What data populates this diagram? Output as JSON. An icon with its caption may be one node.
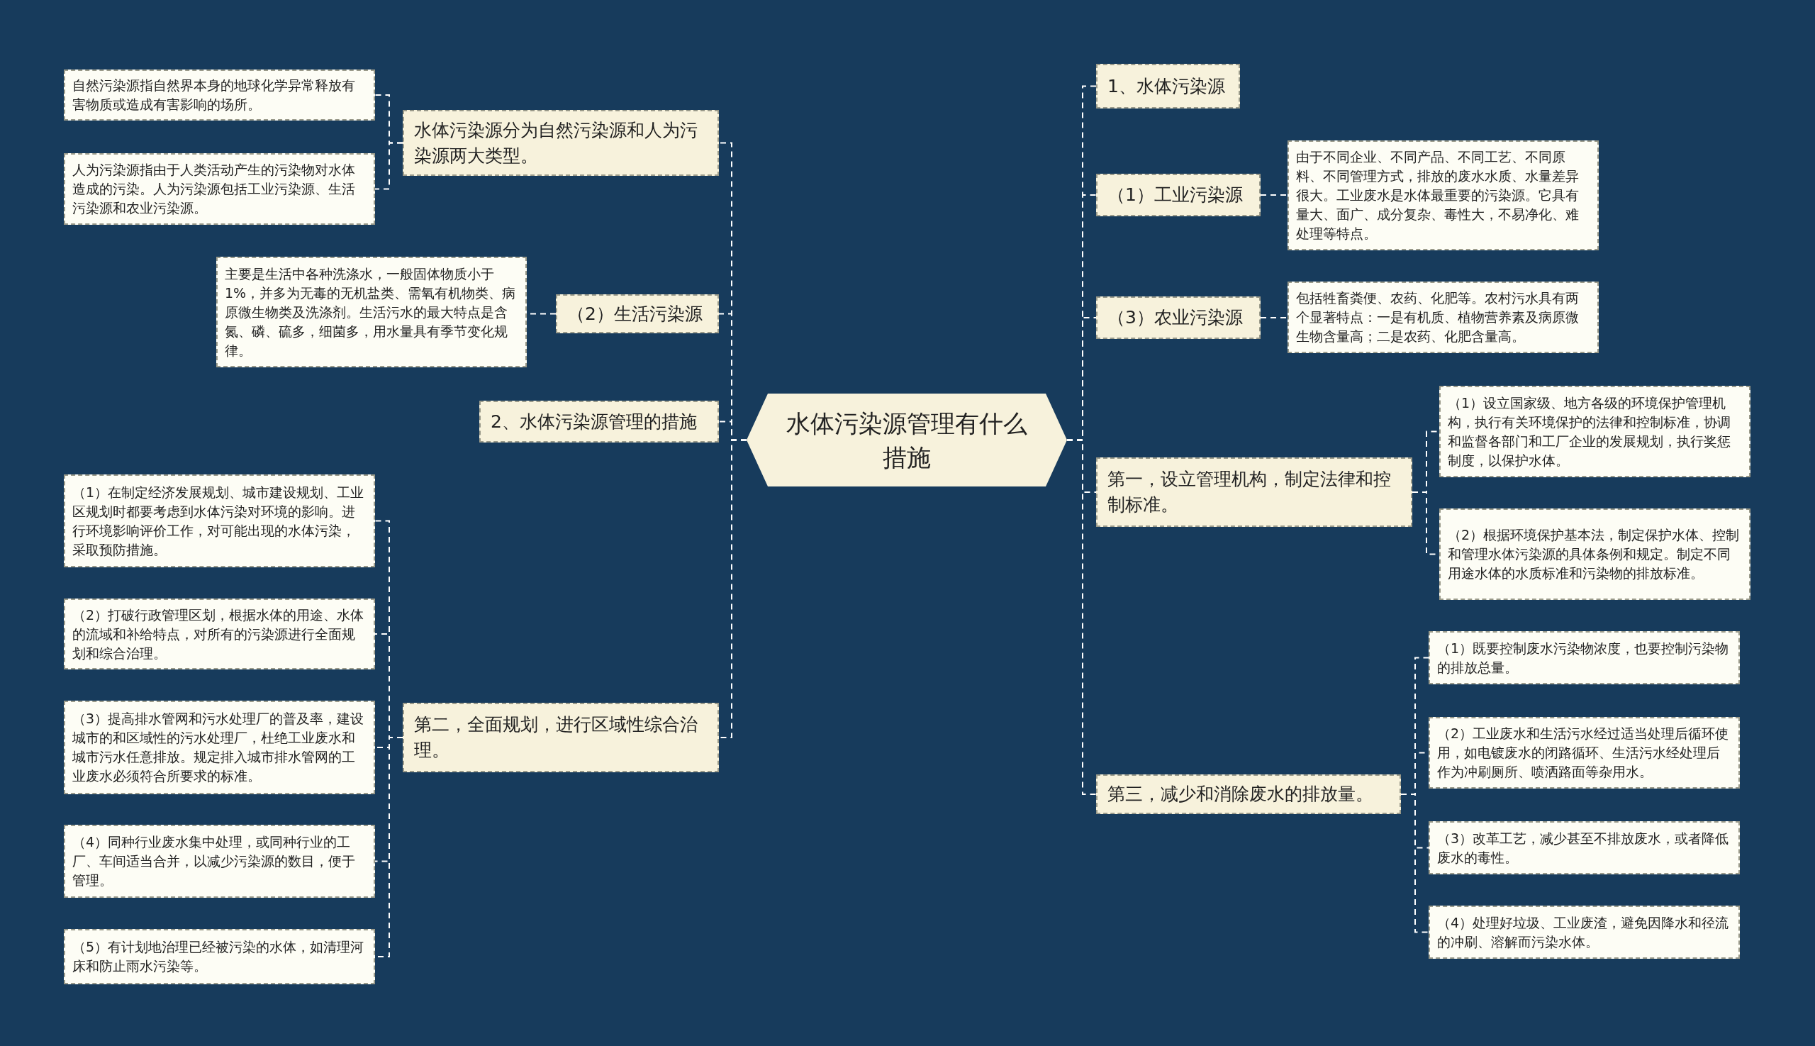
{
  "diagram": {
    "nodes": [
      {
        "text": [
          "水体污染源管理有什么措施"
        ]
      },
      {
        "text": [
          "水体污染源分为自然污染源和人为污染源两大类型。"
        ]
      },
      {
        "text": [
          "自然污染源指自然界本身的地球化学异常释放有害物质或造成有害影响的场所。"
        ]
      },
      {
        "text": [
          "人为污染源指由于人类活动产生的污染物对水体造成的污染。人为污染源包括工业污染源、生活污染源和农业污染源。"
        ]
      },
      {
        "text": [
          "（2）生活污染源"
        ]
      },
      {
        "text": [
          "主要是生活中各种洗涤水，一般固体物质小于1%，并多为无毒的无机盐类、需氧有机物类、病原微生物类及洗涤剂。生活污水的最大特点是含氮、磷、硫多，细菌多，用水量具有季节变化规律。"
        ]
      },
      {
        "text": [
          "2、水体污染源管理的措施"
        ]
      },
      {
        "text": [
          "第二，全面规划，进行区域性综合治理。"
        ]
      },
      {
        "text": [
          "（1）在制定经济发展规划、城市建设规划、工业区规划时都要考虑到水体污染对环境的影响。进行环境影响评价工作，对可能出现的水体污染，采取预防措施。"
        ]
      },
      {
        "text": [
          "（2）打破行政管理区划，根据水体的用途、水体的流域和补给特点，对所有的污染源进行全面规划和综合治理。"
        ]
      },
      {
        "text": [
          "（3）提高排水管网和污水处理厂的普及率，建设城市的和区域性的污水处理厂，杜绝工业废水和城市污水任意排放。规定排入城市排水管网的工业废水必须符合所要求的标准。"
        ]
      },
      {
        "text": [
          "（4）同种行业废水集中处理，或同种行业的工厂、车间适当合并，以减少污染源的数目，便于管理。"
        ]
      },
      {
        "text": [
          "（5）有计划地治理已经被污染的水体，如清理河床和防止雨水污染等。"
        ]
      },
      {
        "text": [
          "1、水体污染源"
        ]
      },
      {
        "text": [
          "（1）工业污染源"
        ]
      },
      {
        "text": [
          "由于不同企业、不同产品、不同工艺、不同原料、不同管理方式，排放的废水水质、水量差异很大。工业废水是水体最重要的污染源。它具有量大、面广、成分复杂、毒性大，不易净化、难处理等特点。"
        ]
      },
      {
        "text": [
          "（3）农业污染源"
        ]
      },
      {
        "text": [
          "包括牲畜粪便、农药、化肥等。农村污水具有两个显著特点：一是有机质、植物营养素及病原微生物含量高；二是农药、化肥含量高。"
        ]
      },
      {
        "text": [
          "第一，设立管理机构，制定法律和控制标准。"
        ]
      },
      {
        "text": [
          "（1）设立国家级、地方各级的环境保护管理机构，执行有关环境保护的法律和控制标准，协调和监督各部门和工厂企业的发展规划，执行奖惩制度，以保护水体。"
        ]
      },
      {
        "text": [
          "（2）根据环境保护基本法，制定保护水体、控制和管理水体污染源的具体条例和规定。制定不同用途水体的水质标准和污染物的排放标准。"
        ]
      },
      {
        "text": [
          "第三，减少和消除废水的排放量。"
        ]
      },
      {
        "text": [
          "（1）既要控制废水污染物浓度，也要控制污染物的排放总量。"
        ]
      },
      {
        "text": [
          "（2）工业废水和生活污水经过适当处理后循环使用，如电镀废水的闭路循环、生活污水经处理后作为冲刷厕所、喷洒路面等杂用水。"
        ]
      },
      {
        "text": [
          "（3）改革工艺，减少甚至不排放废水，或者降低废水的毒性。"
        ]
      },
      {
        "text": [
          "（4）处理好垃圾、工业废渣，避免因降水和径流的冲刷、溶解而污染水体。"
        ]
      }
    ],
    "edges": [
      {
        "from": 0,
        "to": 1,
        "arrow": "none"
      },
      {
        "from": 1,
        "to": 2,
        "arrow": "none"
      },
      {
        "from": 1,
        "to": 3,
        "arrow": "none"
      },
      {
        "from": 0,
        "to": 4,
        "arrow": "none"
      },
      {
        "from": 4,
        "to": 5,
        "arrow": "none"
      },
      {
        "from": 0,
        "to": 6,
        "arrow": "none"
      },
      {
        "from": 0,
        "to": 7,
        "arrow": "none"
      },
      {
        "from": 7,
        "to": 8,
        "arrow": "none"
      },
      {
        "from": 7,
        "to": 9,
        "arrow": "none"
      },
      {
        "from": 7,
        "to": 10,
        "arrow": "none"
      },
      {
        "from": 7,
        "to": 11,
        "arrow": "none"
      },
      {
        "from": 7,
        "to": 12,
        "arrow": "none"
      },
      {
        "from": 0,
        "to": 13,
        "arrow": "none"
      },
      {
        "from": 0,
        "to": 14,
        "arrow": "none"
      },
      {
        "from": 14,
        "to": 15,
        "arrow": "none"
      },
      {
        "from": 0,
        "to": 16,
        "arrow": "none"
      },
      {
        "from": 16,
        "to": 17,
        "arrow": "none"
      },
      {
        "from": 0,
        "to": 18,
        "arrow": "none"
      },
      {
        "from": 18,
        "to": 19,
        "arrow": "none"
      },
      {
        "from": 18,
        "to": 20,
        "arrow": "none"
      },
      {
        "from": 0,
        "to": 21,
        "arrow": "none"
      },
      {
        "from": 21,
        "to": 22,
        "arrow": "none"
      },
      {
        "from": 21,
        "to": 23,
        "arrow": "none"
      },
      {
        "from": 21,
        "to": 24,
        "arrow": "none"
      },
      {
        "from": 21,
        "to": 25,
        "arrow": "none"
      }
    ]
  }
}
